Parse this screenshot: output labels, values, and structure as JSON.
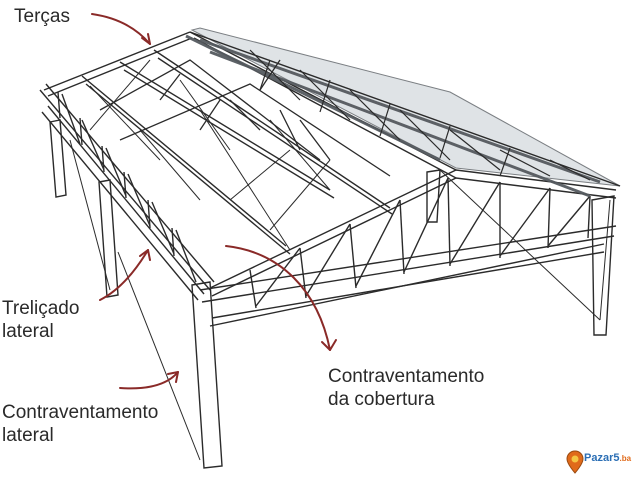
{
  "labels": {
    "tercas": "Terças",
    "trelicado_line1": "Treliçado",
    "trelicado_line2": "lateral",
    "contra_cobertura_line1": "Contraventamento",
    "contra_cobertura_line2": "da cobertura",
    "contra_lateral_line1": "Contraventamento",
    "contra_lateral_line2": "lateral"
  },
  "watermark": {
    "brand": "Pazar5",
    "tld": ".ba"
  },
  "colors": {
    "steel_light": "#ffffff",
    "steel_dark": "#2b2b2b",
    "steel_mid": "#c9ccd0",
    "arrow": "#8a2a28",
    "text": "#2a2a2a",
    "panel_bg": "#dfe3e6",
    "accent_orange": "#e06a1a",
    "accent_blue": "#2c6fb5"
  }
}
